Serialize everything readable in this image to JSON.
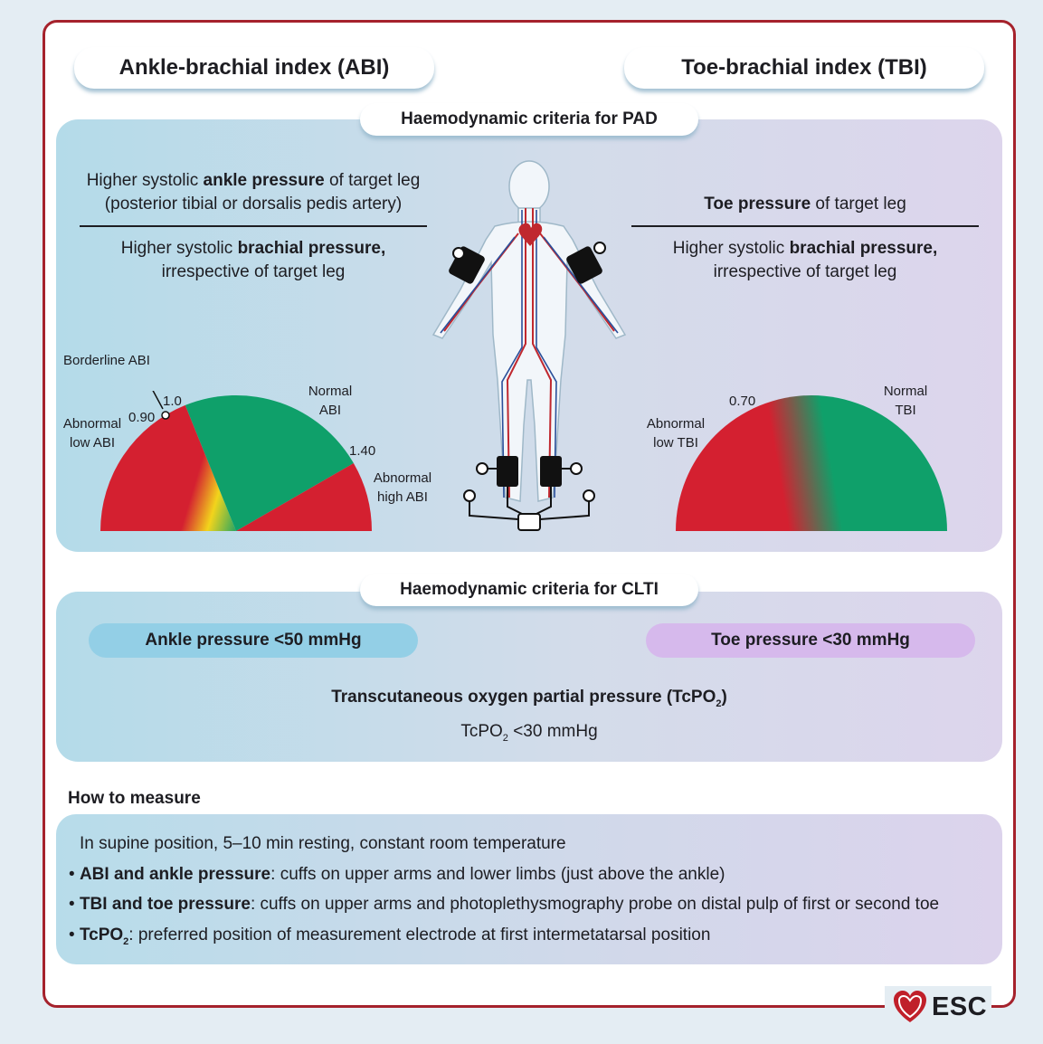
{
  "titles": {
    "abi": "Ankle-brachial index (ABI)",
    "tbi": "Toe-brachial index (TBI)"
  },
  "pad": {
    "header": "Haemodynamic criteria for PAD",
    "abi_numerator_line1_pre": "Higher systolic ",
    "abi_numerator_line1_bold": "ankle pressure",
    "abi_numerator_line1_post": " of target leg",
    "abi_numerator_line2": "(posterior tibial or dorsalis pedis artery)",
    "abi_denominator_pre": "Higher systolic ",
    "abi_denominator_bold": "brachial pressure,",
    "abi_denominator_line2": "irrespective of target leg",
    "tbi_numerator_bold": "Toe pressure",
    "tbi_numerator_post": " of target leg",
    "tbi_denominator_pre": "Higher systolic ",
    "tbi_denominator_bold": "brachial pressure,",
    "tbi_denominator_line2": "irrespective of target leg"
  },
  "abi_gauge": {
    "label_borderline": "Borderline ABI",
    "tick_090": "0.90",
    "tick_10": "1.0",
    "tick_140": "1.40",
    "label_abnormal_low_1": "Abnormal",
    "label_abnormal_low_2": "low ABI",
    "label_normal_1": "Normal",
    "label_normal_2": "ABI",
    "label_abnormal_high_1": "Abnormal",
    "label_abnormal_high_2": "high ABI",
    "colors": {
      "abnormal": "#d42030",
      "borderline": "#f2d41c",
      "normal": "#0fa06a"
    }
  },
  "tbi_gauge": {
    "tick_070": "0.70",
    "label_abnormal_low_1": "Abnormal",
    "label_abnormal_low_2": "low TBI",
    "label_normal_1": "Normal",
    "label_normal_2": "TBI",
    "colors": {
      "abnormal": "#d42030",
      "normal": "#0fa06a"
    }
  },
  "clti": {
    "header": "Haemodynamic criteria for CLTI",
    "ankle_pressure": "Ankle pressure <50 mmHg",
    "toe_pressure": "Toe pressure <30 mmHg",
    "tcpo2_title_pre": "Transcutaneous oxygen partial pressure (TcPO",
    "tcpo2_title_sub": "2",
    "tcpo2_title_post": ")",
    "tcpo2_value_pre": "TcPO",
    "tcpo2_value_sub": "2",
    "tcpo2_value_post": " <30 mmHg",
    "colors": {
      "ankle_pill": "#93cfe6",
      "toe_pill": "#d6b9ec"
    }
  },
  "how_to_measure": {
    "heading": "How to measure",
    "line1": "In supine position, 5–10 min resting, constant room temperature",
    "bullet": "•",
    "line2_bold": "ABI and ankle pressure",
    "line2_rest": ": cuffs on upper arms and lower limbs (just above the ankle)",
    "line3_bold": "TBI and toe pressure",
    "line3_rest": ": cuffs on upper arms and photoplethysmography probe on distal pulp of first or second toe",
    "line4_bold_pre": "TcPO",
    "line4_bold_sub": "2",
    "line4_rest": ": preferred position of measurement electrode at first intermetatarsal position"
  },
  "brand": {
    "logo_text": "ESC",
    "frame_color": "#a5222c"
  },
  "icons": [
    "body-illustration-icon",
    "heart-logo-icon",
    "pressure-cuff-icon",
    "gauge-dial-icon",
    "monitor-device-icon"
  ]
}
